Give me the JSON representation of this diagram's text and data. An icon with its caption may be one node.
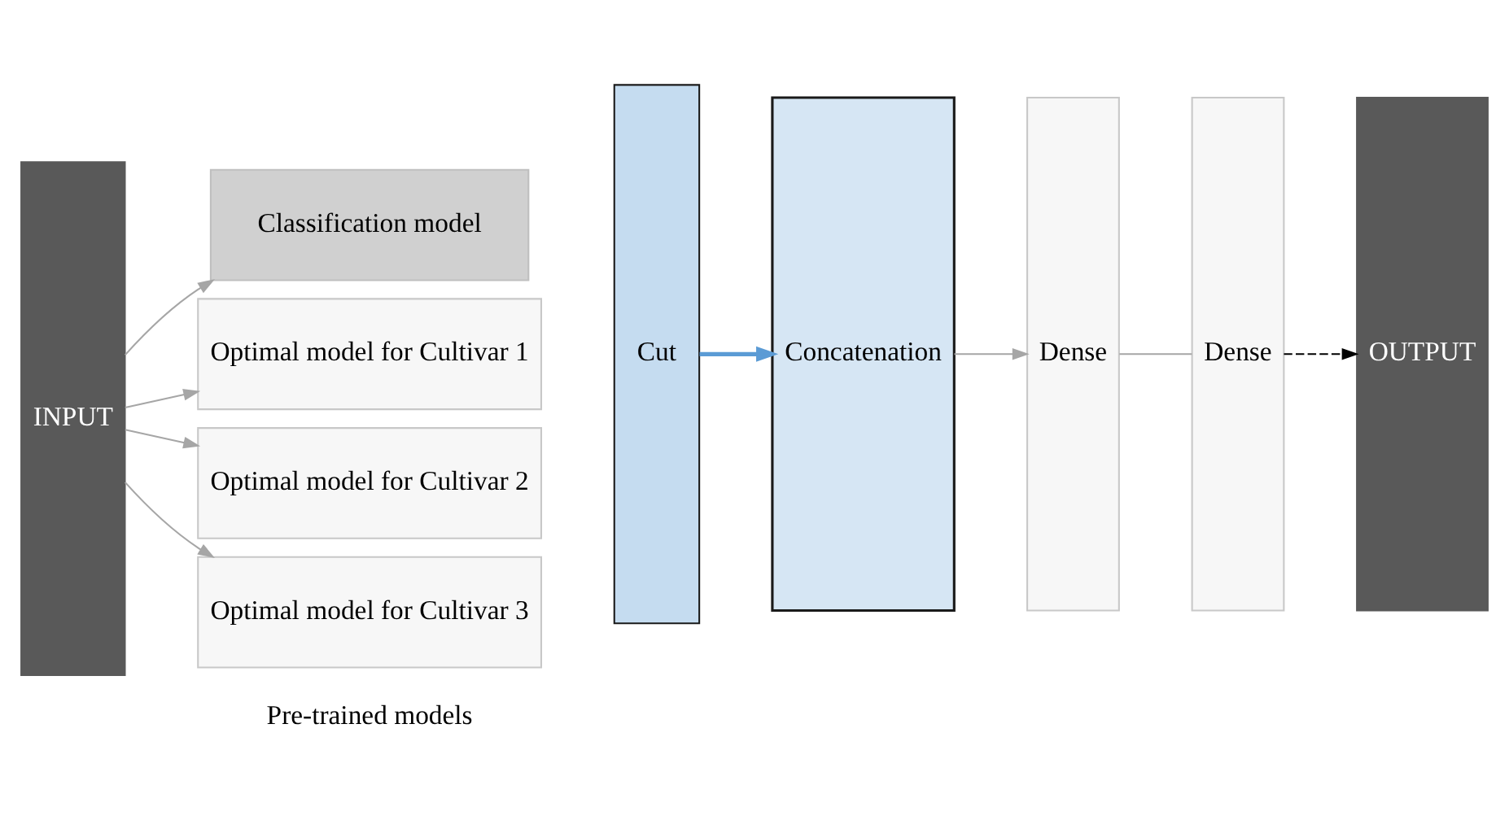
{
  "diagram": {
    "nodes": [
      {
        "text": [
          "INPUT"
        ]
      },
      {
        "text": [
          "Classification model"
        ]
      },
      {
        "text": [
          "Optimal model for Cultivar 1"
        ]
      },
      {
        "text": [
          "Optimal model for Cultivar 2"
        ]
      },
      {
        "text": [
          "Optimal model for Cultivar 3"
        ]
      },
      {
        "text": [
          "Cut"
        ]
      },
      {
        "text": [
          "Concatenation"
        ]
      },
      {
        "text": [
          "Dense"
        ]
      },
      {
        "text": [
          "Dense"
        ]
      },
      {
        "text": [
          "OUTPUT"
        ]
      }
    ],
    "edges": [
      {
        "from": 0,
        "to": 1,
        "arrow": "to"
      },
      {
        "from": 0,
        "to": 2,
        "arrow": "to"
      },
      {
        "from": 0,
        "to": 3,
        "arrow": "to"
      },
      {
        "from": 0,
        "to": 4,
        "arrow": "to"
      },
      {
        "from": 5,
        "to": 6,
        "arrow": "to",
        "style": "thick",
        "color": "#5b9bd5"
      },
      {
        "from": 6,
        "to": 7,
        "arrow": "to"
      },
      {
        "from": 7,
        "to": 8,
        "arrow": "none"
      },
      {
        "from": 8,
        "to": 9,
        "arrow": "to",
        "style": "dashed",
        "color": "#000000"
      }
    ],
    "labels": [
      "Pre-trained models"
    ]
  }
}
